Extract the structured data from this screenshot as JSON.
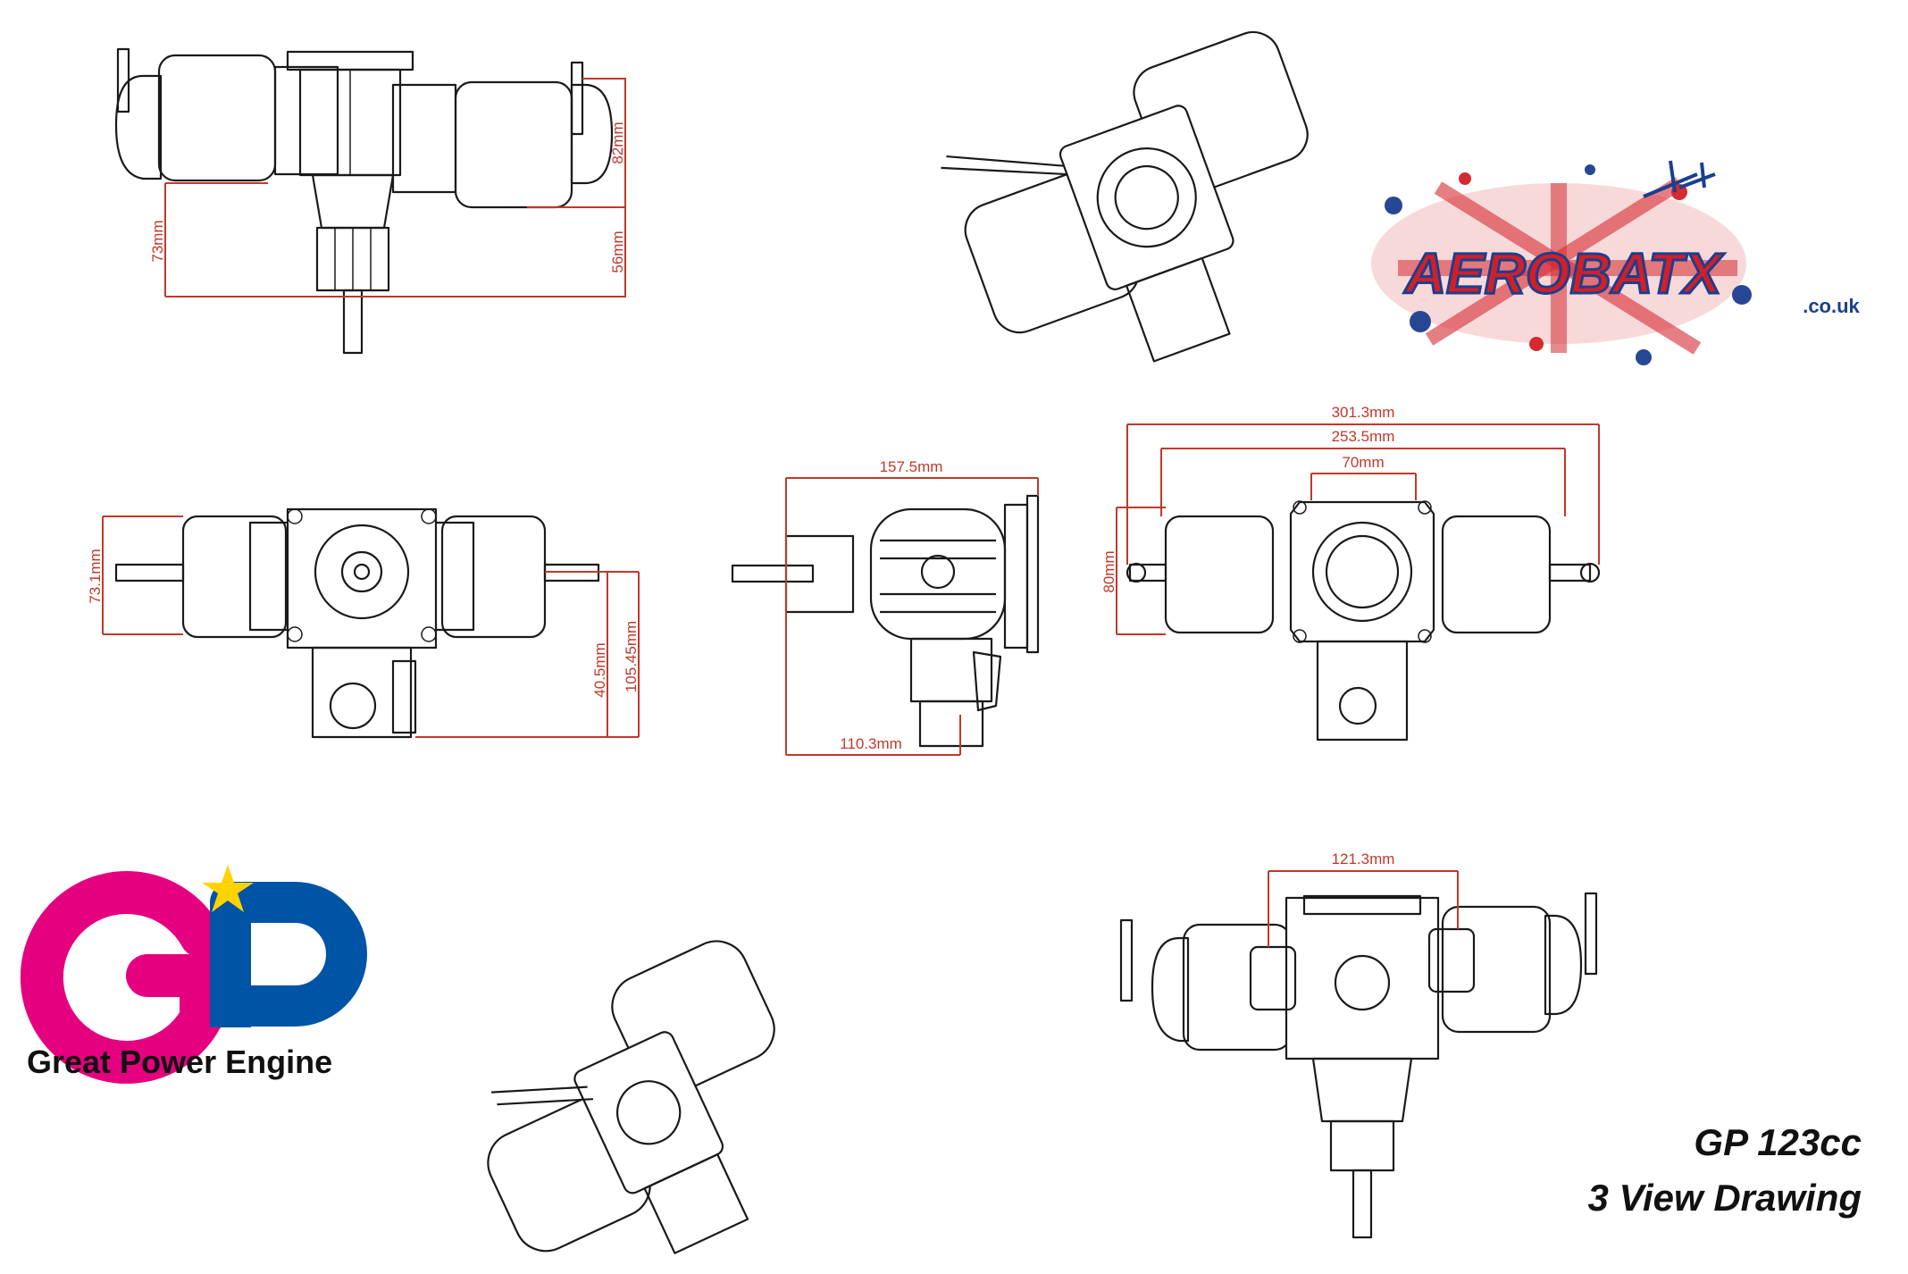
{
  "colors": {
    "dimension": "#c0392b",
    "ink": "#1a1a1a",
    "gp_magenta": "#e4007f",
    "gp_blue": "#0054a6",
    "gp_star": "#ffd200",
    "aero_red": "#d21f26",
    "aero_blue": "#1b3f8f"
  },
  "dimensions": {
    "top_view_height_total": "73mm",
    "top_view_right_upper": "82mm",
    "top_view_right_lower": "56mm",
    "front_height": "73.1mm",
    "front_lower": "40.5mm",
    "front_total": "105.45mm",
    "side_length": "157.5mm",
    "side_bottom": "110.3mm",
    "rear_overall": "301.3mm",
    "rear_span": "253.5mm",
    "rear_mount": "70mm",
    "rear_height": "80mm",
    "bottom_spacing": "121.3mm"
  },
  "aerobatx": {
    "logo": "AEROBATX",
    "domain": ".co.uk"
  },
  "gp": {
    "logo": "GP",
    "caption": "Great Power Engine"
  },
  "title": {
    "line1": "GP 123cc",
    "line2": "3 View Drawing"
  },
  "icons": {
    "star": "star-icon",
    "aircraft": "aircraft-icon"
  }
}
